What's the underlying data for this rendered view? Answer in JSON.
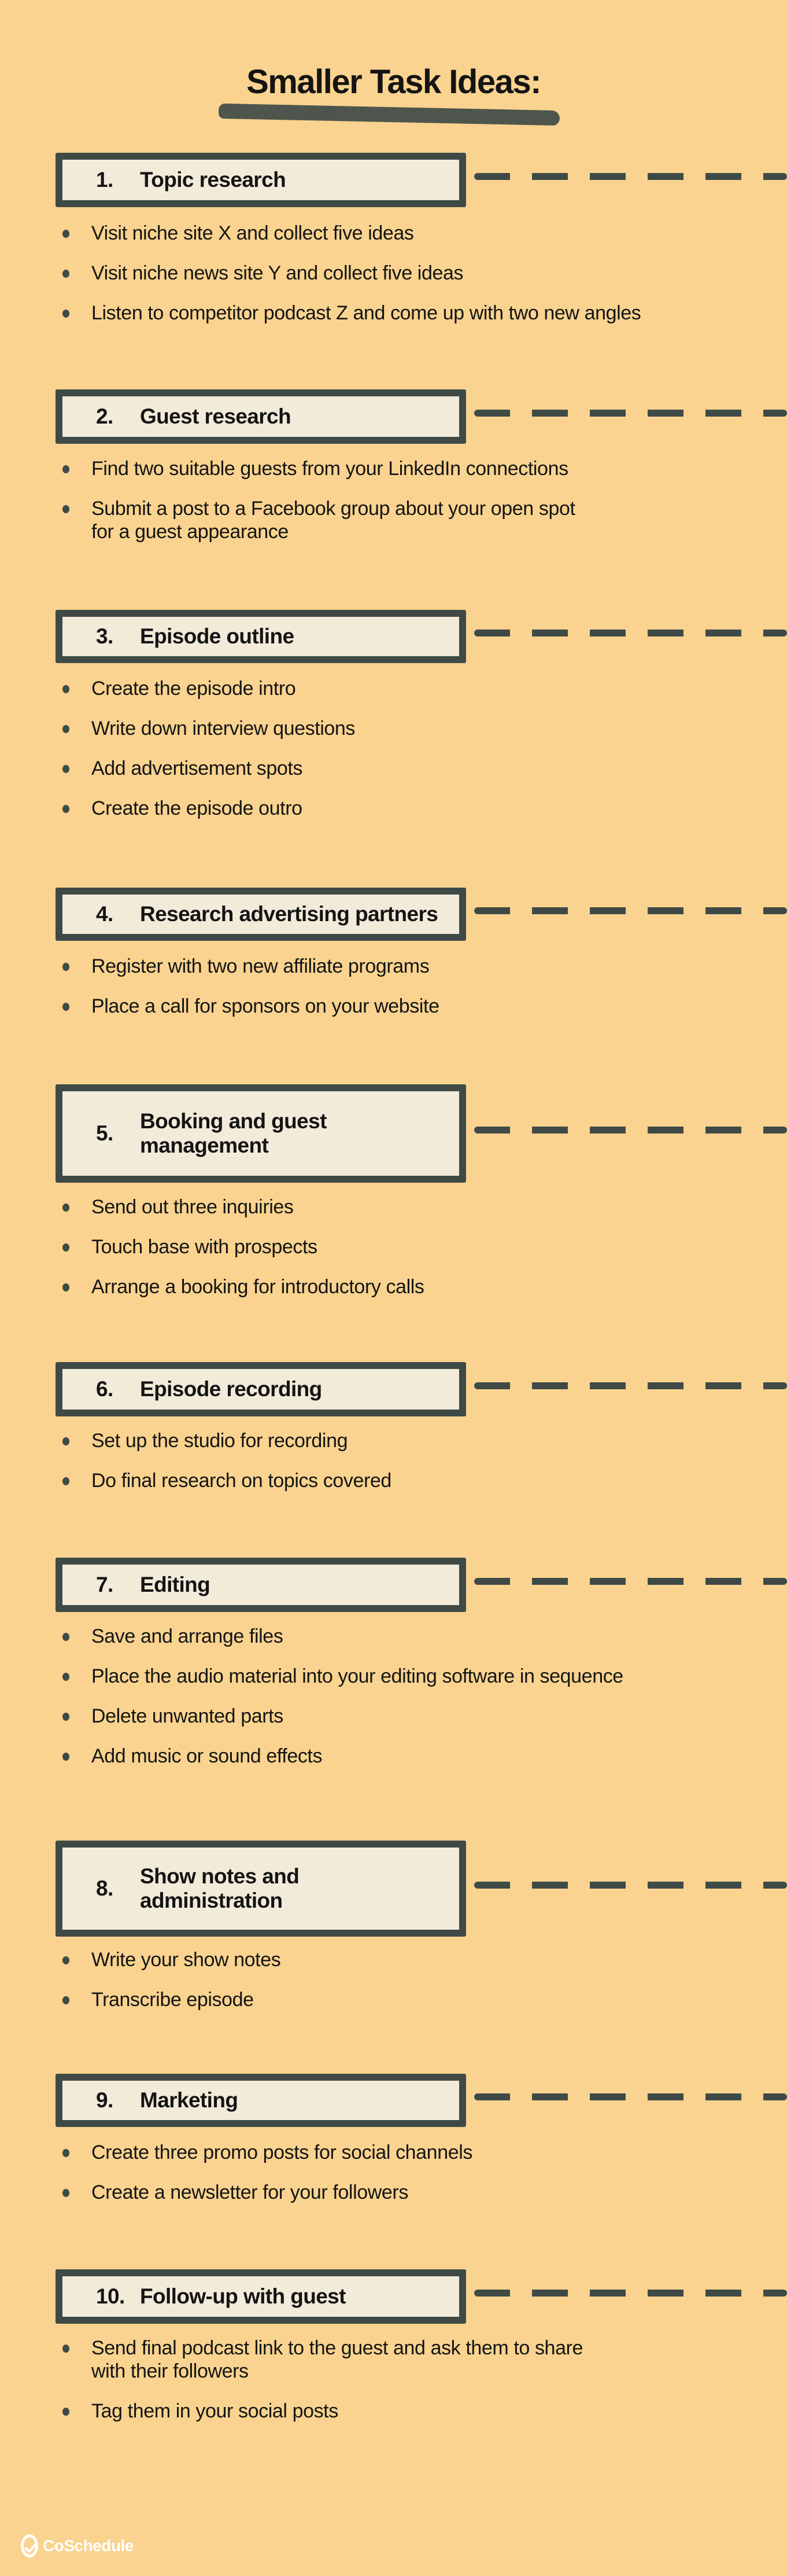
{
  "title": "Smaller Task Ideas:",
  "colors": {
    "background": "#F9D38F",
    "box_fill": "#F3EBDA",
    "ink": "#3F4A47",
    "logo": "#FFFFFF"
  },
  "sections": [
    {
      "number": "1.",
      "title": "Topic research",
      "items": [
        "Visit niche site X and collect five ideas",
        "Visit niche news site Y and collect five ideas",
        "Listen to competitor podcast Z and come up with two new angles"
      ]
    },
    {
      "number": "2.",
      "title": "Guest research",
      "items": [
        "Find two suitable guests from your LinkedIn connections",
        "Submit a post to a Facebook group about your open spot for a guest appearance"
      ]
    },
    {
      "number": "3.",
      "title": "Episode outline",
      "items": [
        "Create the episode intro",
        "Write down interview questions",
        "Add advertisement spots",
        "Create the episode outro"
      ]
    },
    {
      "number": "4.",
      "title": "Research advertising partners",
      "items": [
        "Register with two new affiliate programs",
        "Place a call for sponsors on your website"
      ]
    },
    {
      "number": "5.",
      "title": "Booking and guest management",
      "items": [
        "Send out three inquiries",
        "Touch base with prospects",
        "Arrange a booking for introductory calls"
      ]
    },
    {
      "number": "6.",
      "title": "Episode recording",
      "items": [
        "Set up the studio for recording",
        "Do final research on topics covered"
      ]
    },
    {
      "number": "7.",
      "title": "Editing",
      "items": [
        "Save and arrange files",
        "Place the audio material into your editing software in sequence",
        "Delete unwanted parts",
        "Add music or sound effects"
      ]
    },
    {
      "number": "8.",
      "title": "Show notes and administration",
      "items": [
        "Write your show notes",
        "Transcribe episode"
      ]
    },
    {
      "number": "9.",
      "title": "Marketing",
      "items": [
        "Create three promo posts for social channels",
        "Create a newsletter for your followers"
      ]
    },
    {
      "number": "10.",
      "title": "Follow-up with guest",
      "items": [
        "Send final podcast link to the guest and ask them to share with their followers",
        "Tag them in your social posts"
      ]
    }
  ],
  "footer": {
    "logo_text": "CoSchedule"
  }
}
